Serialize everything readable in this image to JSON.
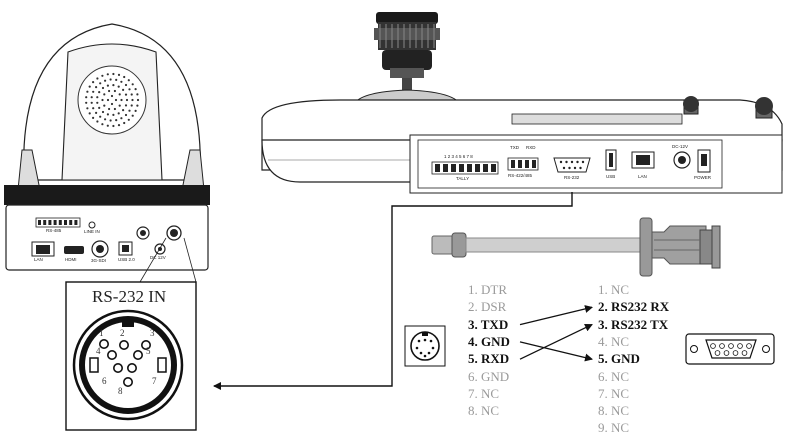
{
  "camera": {
    "rs232_in_title": "RS-232 IN",
    "port_labels": {
      "lan": "LAN",
      "hdmi": "HDMI",
      "sdi": "3G-SDI",
      "usb": "USB 2.0",
      "dc": "DC 12V",
      "line_in": "LINE IN",
      "rs485": "RS-485"
    },
    "connector_pins": [
      "1",
      "2",
      "3",
      "4",
      "5",
      "6",
      "7",
      "8"
    ]
  },
  "controller": {
    "port_labels": {
      "tally": "TALLY",
      "tally_pins": "1 2 3 4 5 6 7 8",
      "txd": "TXD",
      "rxd": "RXD",
      "rs422": "RS-422/485",
      "rs232": "RS-232",
      "usb": "USB",
      "lan": "LAN",
      "dc": "DC-12V",
      "power": "POWER"
    }
  },
  "left_pins": [
    {
      "text": "1. DTR",
      "active": false
    },
    {
      "text": "2. DSR",
      "active": false
    },
    {
      "text": "3. TXD",
      "active": true
    },
    {
      "text": "4. GND",
      "active": true
    },
    {
      "text": "5. RXD",
      "active": true
    },
    {
      "text": "6. GND",
      "active": false
    },
    {
      "text": "7. NC",
      "active": false
    },
    {
      "text": "8. NC",
      "active": false
    }
  ],
  "right_pins": [
    {
      "text": "1. NC",
      "active": false
    },
    {
      "text": "2. RS232 RX",
      "active": true
    },
    {
      "text": "3. RS232 TX",
      "active": true
    },
    {
      "text": "4. NC",
      "active": false
    },
    {
      "text": "5. GND",
      "active": true
    },
    {
      "text": "6. NC",
      "active": false
    },
    {
      "text": "7. NC",
      "active": false
    },
    {
      "text": "8. NC",
      "active": false
    },
    {
      "text": "9. NC",
      "active": false
    }
  ],
  "wiring": [
    {
      "from": "3. TXD",
      "to": "2. RS232 RX"
    },
    {
      "from": "5. RXD",
      "to": "3. RS232 TX"
    },
    {
      "from": "4. GND",
      "to": "5. GND"
    }
  ],
  "colors": {
    "line": "#111111",
    "inactive_text": "#9a9a9a",
    "active_text": "#111111",
    "cable": "#c8c8c8",
    "connector": "#9a9a9a"
  }
}
